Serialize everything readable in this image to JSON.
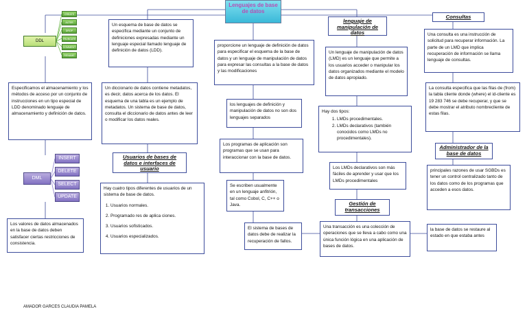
{
  "banner": "Lenguajes de base de datos",
  "ddl_label": "DDL",
  "ddl_items": [
    "CREATE",
    "ALTER",
    "DROP",
    "TRUNCATE",
    "COMMENT",
    "RENAME"
  ],
  "dml_label": "DML",
  "dml_items": [
    "INSERT",
    "DELETE",
    "SELECT",
    "UPDATE"
  ],
  "left_top": "Especificamos el almacenamiento y los métodos de acceso por un conjunto de instrucciones en un tipo especial de LDD denominado lenguaje de almacenamiento y definición de datos.",
  "left_bottom": "Los valores de datos almacenados en la base de datos deben satisfacer ciertas restricciones de consistencia.",
  "col2_schema": "Un esquema de base de datos se especifica mediante un conjunto de definiciones expresadas mediante un lenguaje especial llamado lenguaje de definición de datos (LDD).",
  "col2_dictionary": "Un diccionario de datos contiene metadatos, es decir, datos acerca de los datos. El esquema de una tabla es un ejemplo de metadatos. Un sistema de base de datos, consulta el diccionario de datos antes de leer o modificar los datos reales.",
  "users_title": "Usuarios de bases de datos e interfaces de usuario",
  "users_intro": "Hay cuatro tipos diferentes de usuarios de un sistema de base de datos.",
  "users_list": [
    "Usuarios normales.",
    "Programado  res de aplica  ciones.",
    "Usuarios sofisticados.",
    "Usuarios especializados."
  ],
  "col3_top": "proporcione un lenguaje de definición de datos para especificar el esquema de la base de datos y un lenguaje de manipulación de datos para expresar las consultas a la base de datos y las modificaciones",
  "col3_separate": "los lenguajes de definición y manipulación de datos no son dos lenguajes separados",
  "col3_programs": "Los programas de aplicación son programas que se usan para interaccionar con la base de datos.",
  "col3_written": "Se escriben usualmente en un lenguaje anfitrión, tal como Cobol, C, C++ o Java.",
  "col3_failure": "El sistema de bases de datos debe de realizar la recuperación de fallos.",
  "dml_title": "lenguaje de manipulación de datos",
  "dml_def": "Un lenguaje de manipulación de datos (LMD) es un lenguaje que permite a los usuarios acceder o manipular los datos organizados mediante el modelo de datos apropiado.",
  "dml_types_intro": "Hay dos tipos:",
  "dml_types": [
    "LMDs procedimentales.",
    "LMDs declarativos (también conocidos como LMDs no procedimentales)."
  ],
  "dml_declarative": "Los LMDs declarativos son más fáciles de aprender y usar que los LMDs procedimentales",
  "tx_title": "Gestión de transacciones",
  "tx_def": "Una transacción es una colección de operaciones que se lleva a cabo como una única función lógica en una aplicación de bases de datos.",
  "tx_restore": "la base de datos se restaure al estado en que estaba antes",
  "consultas_title": "Consultas",
  "consultas_def": "Una consulta es una instrucción de solicitud para recuperar información. La parte de un LMD que implica recuperación de información se llama lenguaje de consultas.",
  "consultas_example": "La consulta especifica que las filas de (from) la tabla cliente donde (where) el id-cliente es 19 283 746 se debe recuperar, y que se debe mostrar el atributo nombrecliente de estas filas.",
  "admin_title": "Administrador de la base de datos",
  "admin_def": "principales razones de usar SGBDs es tener un control centralizado tanto de los datos como de los programas que acceden a esos datos.",
  "footer": "AMADOR GARCES CLAUDIA PAMELA",
  "colors": {
    "line": "#3a4a9a",
    "green": "#6cb84a",
    "purple": "#8f82cc",
    "banner": "#4cc6e0"
  }
}
